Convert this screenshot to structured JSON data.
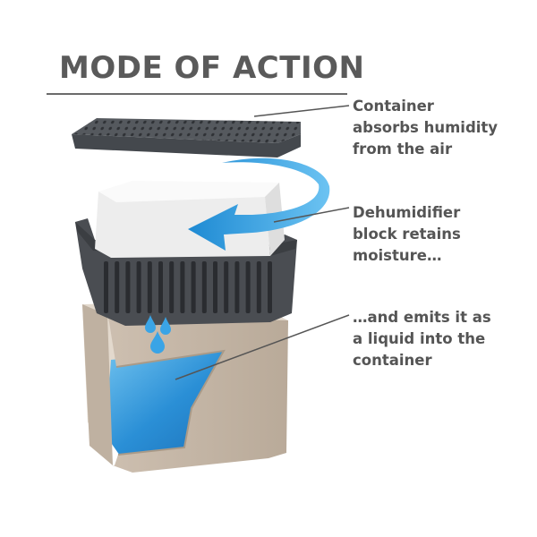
{
  "title": "MODE OF ACTION",
  "callouts": [
    {
      "lines": [
        "Container",
        "absorbs humidity",
        "from the air"
      ]
    },
    {
      "lines": [
        "Dehumidifier",
        "block retains",
        "moisture…"
      ]
    },
    {
      "lines": [
        "…and emits it as",
        "a liquid into the",
        "container"
      ]
    }
  ],
  "colors": {
    "title": "#5a5a5a",
    "text": "#555555",
    "lid": "#55595e",
    "basket": "#4a4d52",
    "container": "#c9bcad",
    "block": "#f2f2f2",
    "arrow": "#2f9fe0",
    "water": "#2a8fd6"
  }
}
